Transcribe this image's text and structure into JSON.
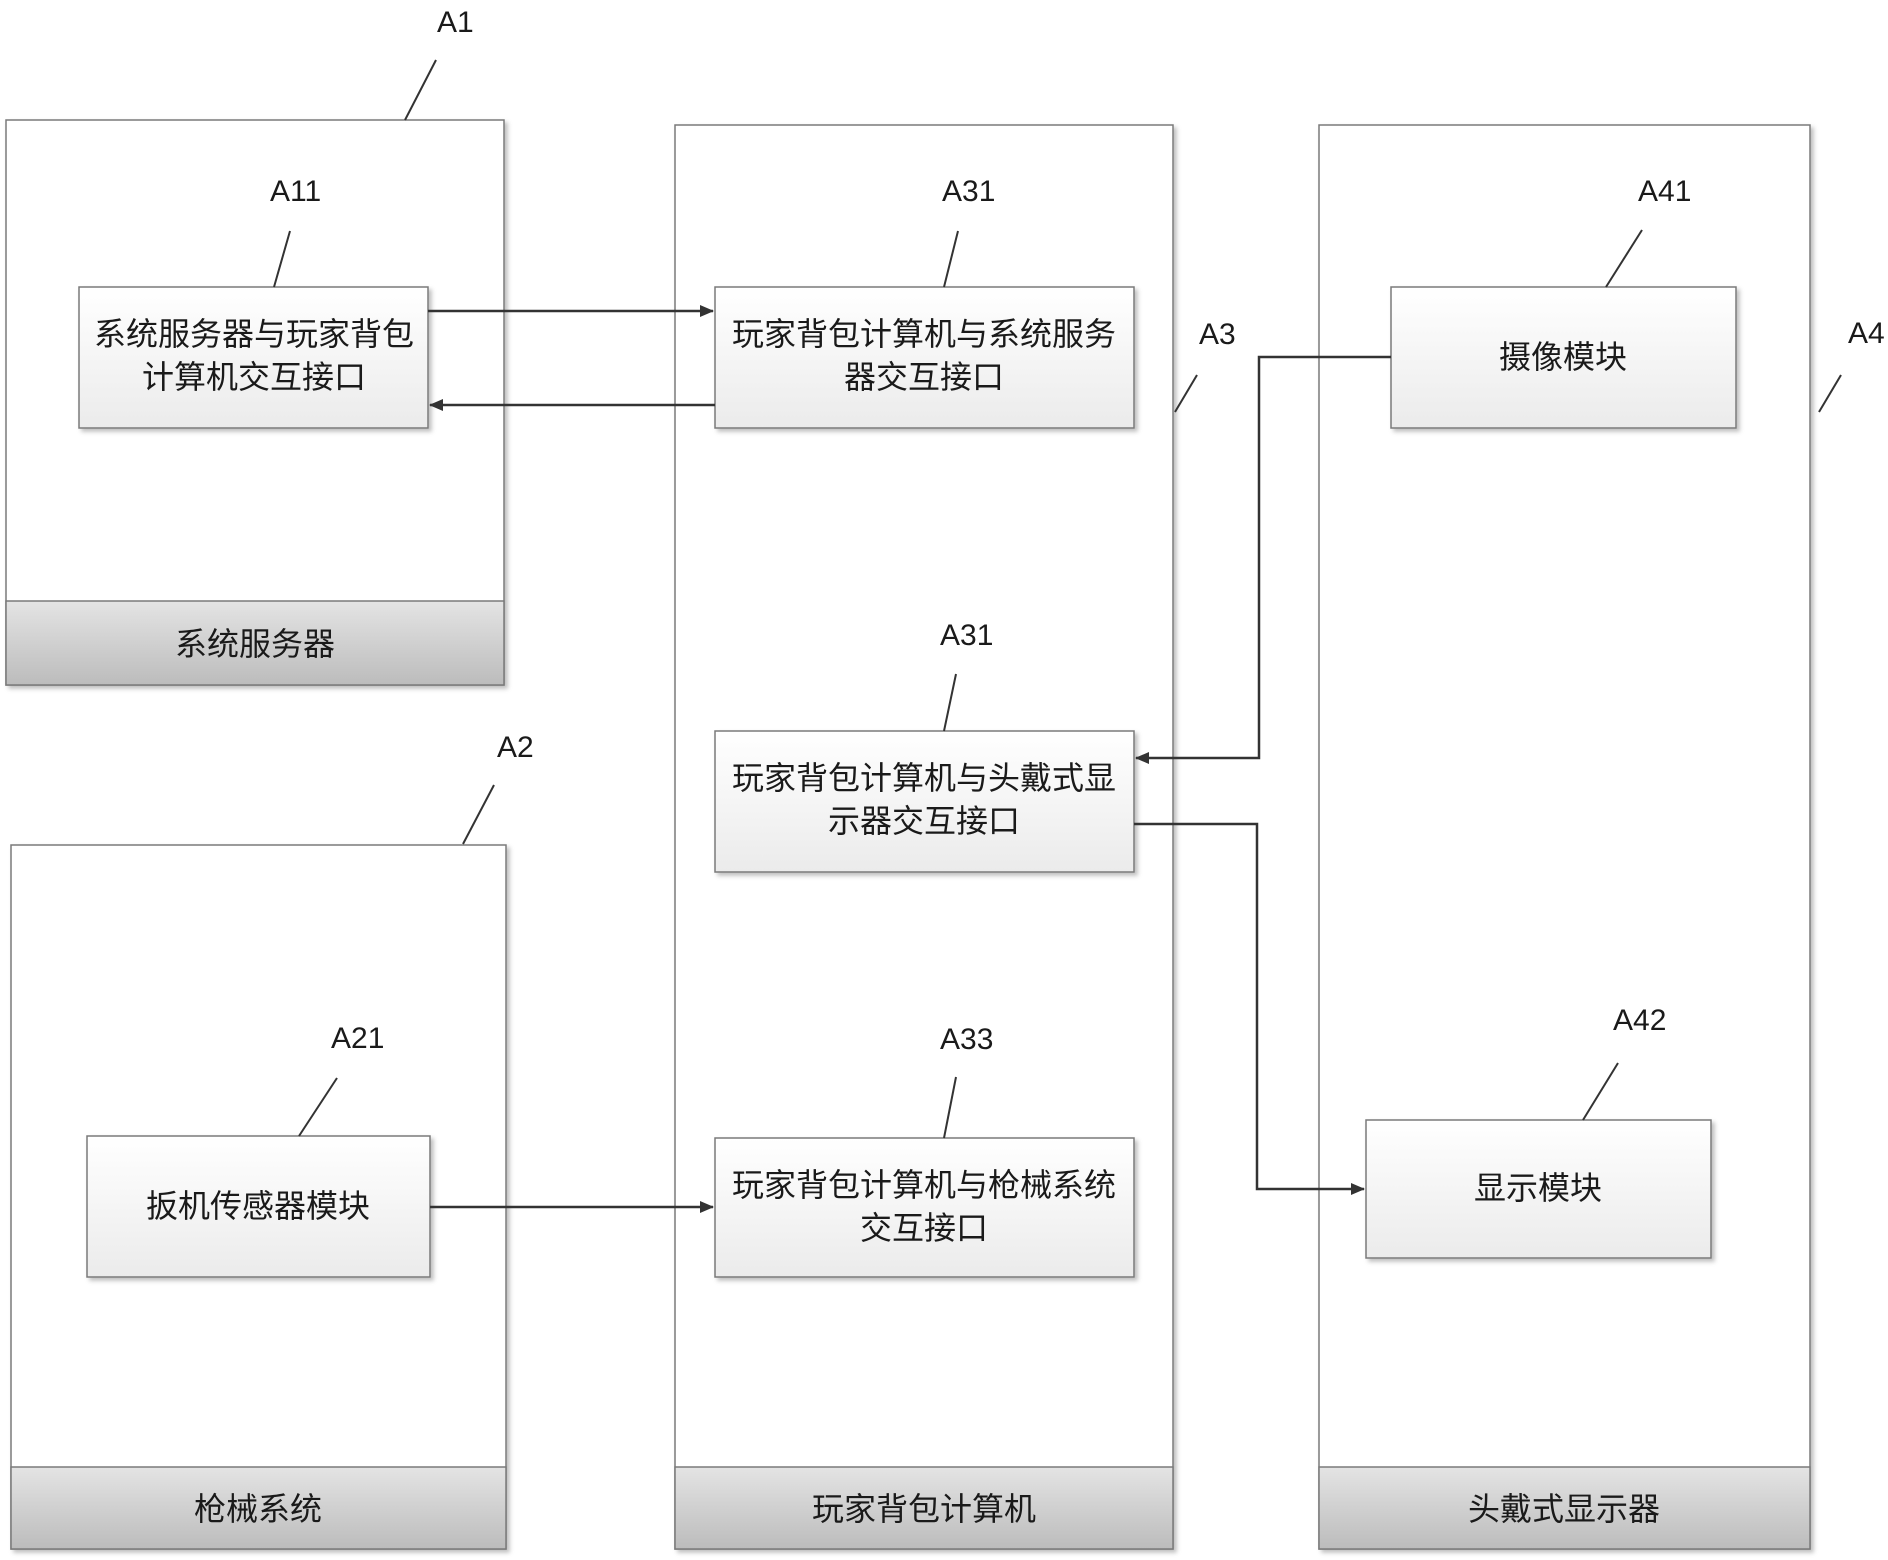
{
  "containers": {
    "A1": {
      "ref": "A1",
      "footer": "系统服务器"
    },
    "A2": {
      "ref": "A2",
      "footer": "枪械系统"
    },
    "A3": {
      "ref": "A3",
      "footer": "玩家背包计算机"
    },
    "A4": {
      "ref": "A4",
      "footer": "头戴式显示器"
    }
  },
  "modules": {
    "A11": {
      "ref": "A11",
      "line1": "系统服务器与玩家背包",
      "line2": "计算机交互接口"
    },
    "A21": {
      "ref": "A21",
      "line1": "扳机传感器模块"
    },
    "A31_top": {
      "ref": "A31",
      "line1": "玩家背包计算机与系统服务",
      "line2": "器交互接口"
    },
    "A31_mid": {
      "ref": "A31",
      "line1": "玩家背包计算机与头戴式显",
      "line2": "示器交互接口"
    },
    "A33": {
      "ref": "A33",
      "line1": "玩家背包计算机与枪械系统",
      "line2": "交互接口"
    },
    "A41": {
      "ref": "A41",
      "line1": "摄像模块"
    },
    "A42": {
      "ref": "A42",
      "line1": "显示模块"
    }
  },
  "colors": {
    "line": "#333333",
    "box_border": "#7a7a7a",
    "box_fill_top": "#ffffff",
    "box_fill_bottom": "#ececec",
    "footer_fill_top": "#e2e2e2",
    "footer_fill_bottom": "#bdbdbd"
  }
}
